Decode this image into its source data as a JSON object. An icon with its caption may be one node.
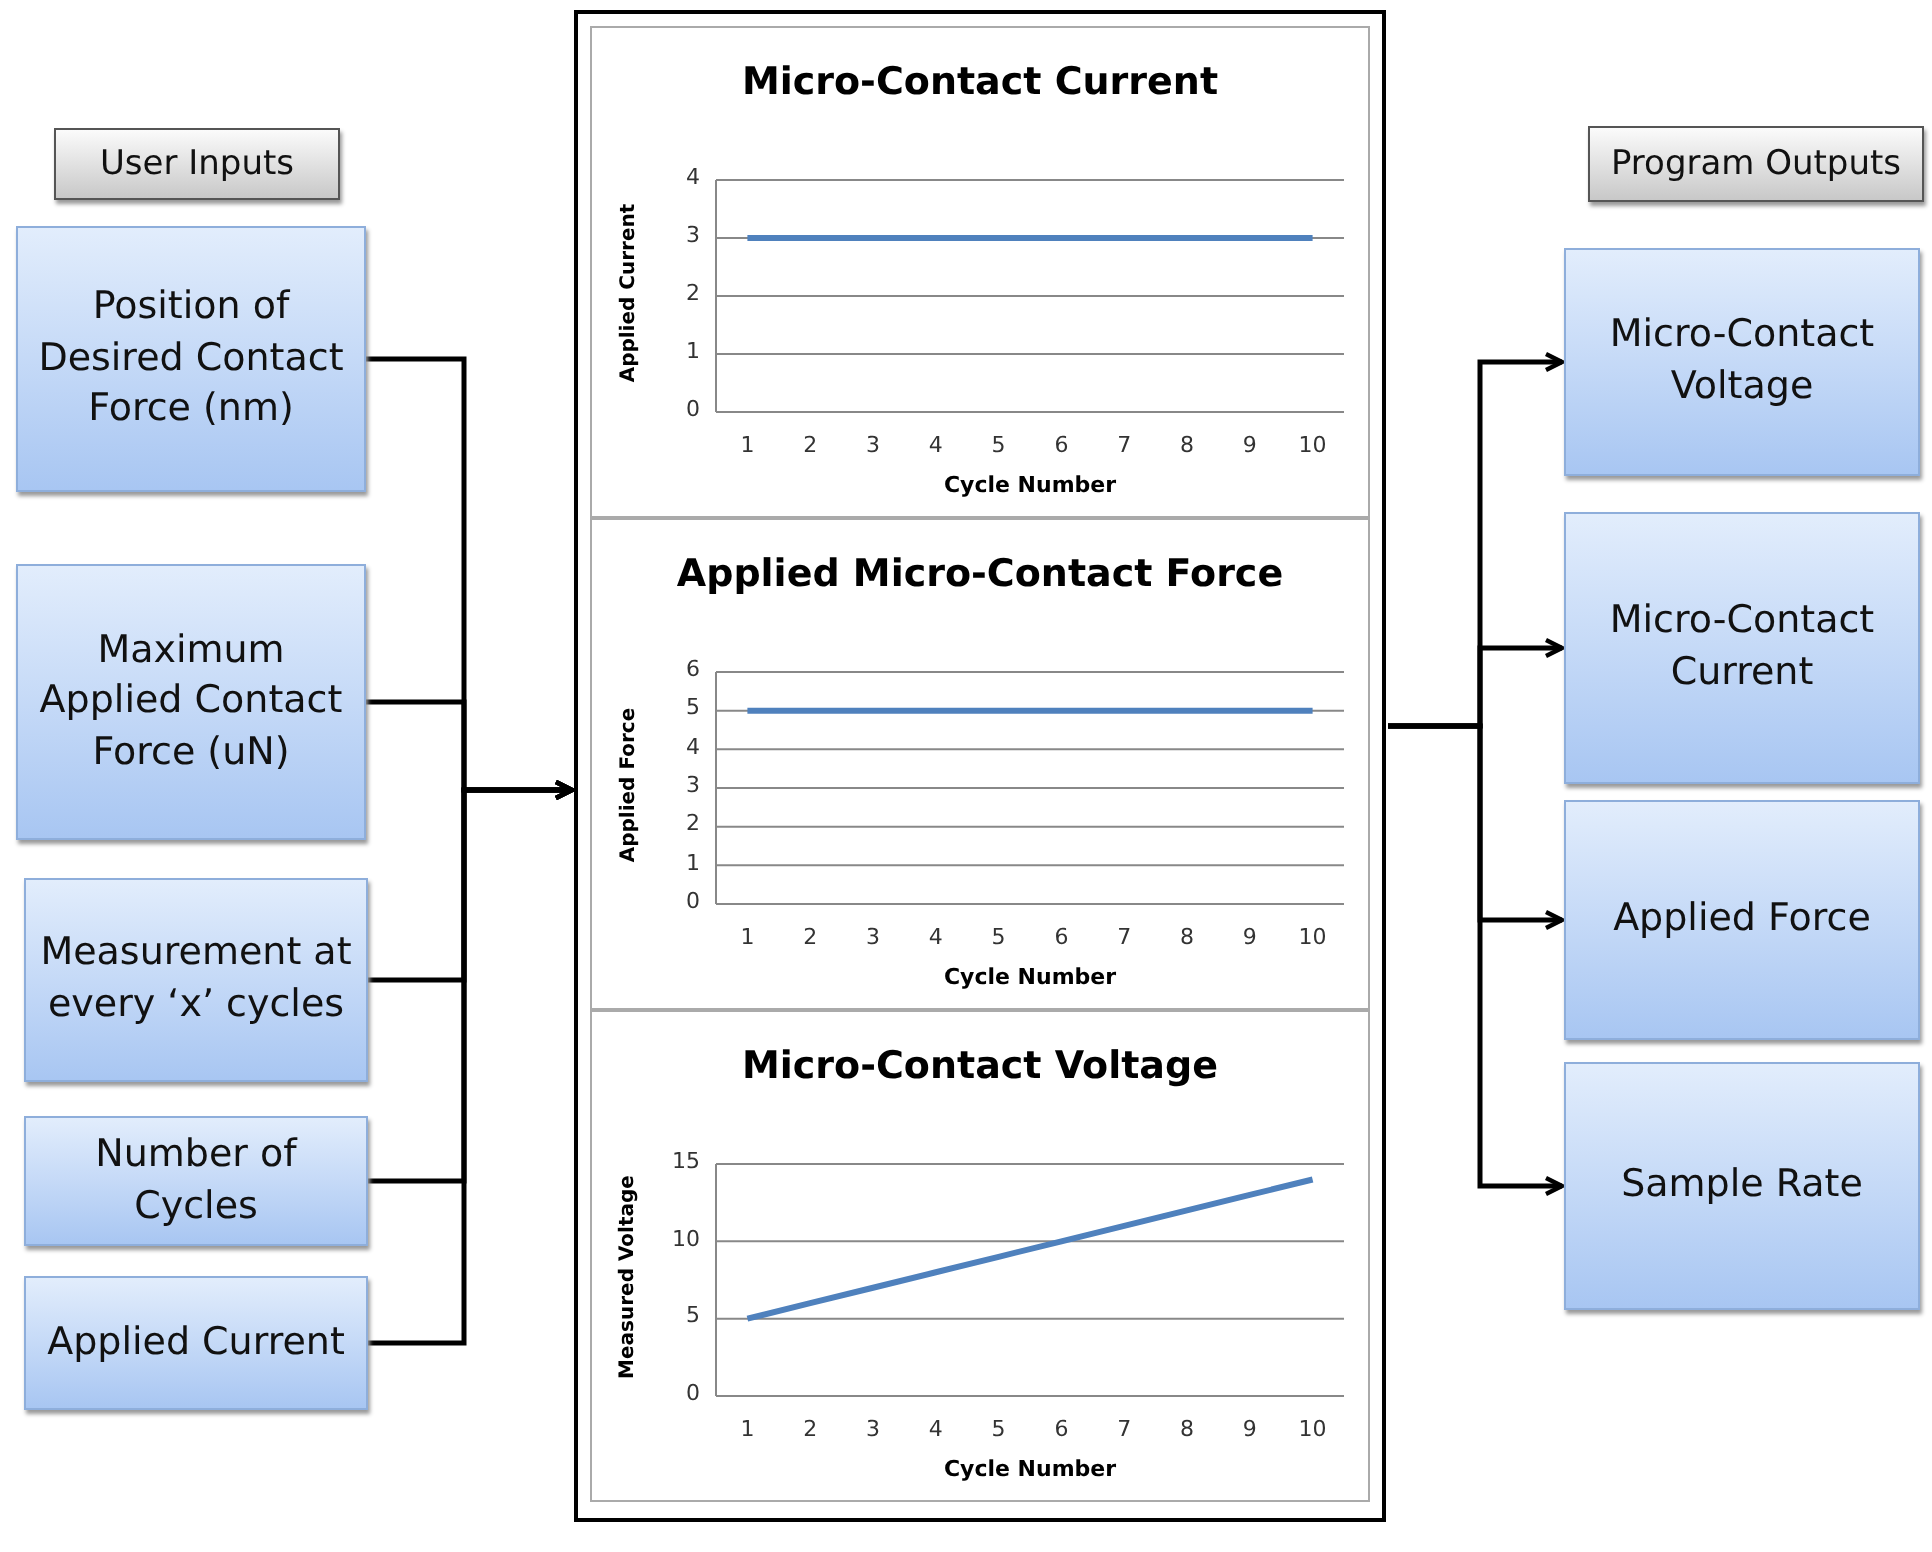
{
  "diagram": {
    "nodes": [
      {
        "text": [
          "User Inputs"
        ]
      },
      {
        "text": [
          "Position of Desired Contact Force (nm)"
        ]
      },
      {
        "text": [
          "Maximum Applied Contact Force (uN)"
        ]
      },
      {
        "text": [
          "Measurement at every ‘x’ cycles"
        ]
      },
      {
        "text": [
          "Number of Cycles"
        ]
      },
      {
        "text": [
          "Applied Current"
        ]
      },
      {
        "text": [],
        "shape": "box"
      },
      {
        "text": [
          "Program Outputs"
        ]
      },
      {
        "text": [
          "Micro-Contact Voltage"
        ]
      },
      {
        "text": [
          "Micro-Contact Current"
        ]
      },
      {
        "text": [
          "Applied Force"
        ]
      },
      {
        "text": [
          "Sample Rate"
        ]
      }
    ],
    "edges": [
      {
        "from": 1,
        "to": 6,
        "arrow": "to"
      },
      {
        "from": 2,
        "to": 6,
        "arrow": "to"
      },
      {
        "from": 3,
        "to": 6,
        "arrow": "to"
      },
      {
        "from": 4,
        "to": 6,
        "arrow": "to"
      },
      {
        "from": 5,
        "to": 6,
        "arrow": "to"
      },
      {
        "from": 6,
        "to": 8,
        "arrow": "to"
      },
      {
        "from": 6,
        "to": 9,
        "arrow": "to"
      },
      {
        "from": 6,
        "to": 10,
        "arrow": "to"
      },
      {
        "from": 6,
        "to": 11,
        "arrow": "to"
      }
    ],
    "chart_data": [
      {
        "type": "line",
        "title": "Micro-Contact Current",
        "xlabel": "Cycle Number",
        "ylabel": "Applied Current",
        "grid": true,
        "categories": [
          "1",
          "2",
          "3",
          "4",
          "5",
          "6",
          "7",
          "8",
          "9",
          "10"
        ],
        "ylim": [
          0,
          4
        ],
        "yticks": [
          0,
          1,
          2,
          3,
          4
        ],
        "series": [
          {
            "color": "#4f81bd",
            "values": [
              3,
              3,
              3,
              3,
              3,
              3,
              3,
              3,
              3,
              3
            ]
          }
        ]
      },
      {
        "type": "line",
        "title": "Applied Micro-Contact Force",
        "xlabel": "Cycle Number",
        "ylabel": "Applied Force",
        "grid": true,
        "categories": [
          "1",
          "2",
          "3",
          "4",
          "5",
          "6",
          "7",
          "8",
          "9",
          "10"
        ],
        "ylim": [
          0,
          6
        ],
        "yticks": [
          0,
          1,
          2,
          3,
          4,
          5,
          6
        ],
        "series": [
          {
            "color": "#4f81bd",
            "values": [
              5,
              5,
              5,
              5,
              5,
              5,
              5,
              5,
              5,
              5
            ]
          }
        ]
      },
      {
        "type": "line",
        "title": "Micro-Contact Voltage",
        "xlabel": "Cycle Number",
        "ylabel": "Measured Voltage",
        "grid": true,
        "categories": [
          "1",
          "2",
          "3",
          "4",
          "5",
          "6",
          "7",
          "8",
          "9",
          "10"
        ],
        "ylim": [
          0,
          15
        ],
        "yticks": [
          0,
          5,
          10,
          15
        ],
        "series": [
          {
            "color": "#4f81bd",
            "values": [
              5,
              6,
              7,
              8,
              9,
              10,
              11,
              12,
              13,
              14
            ]
          }
        ]
      }
    ]
  }
}
